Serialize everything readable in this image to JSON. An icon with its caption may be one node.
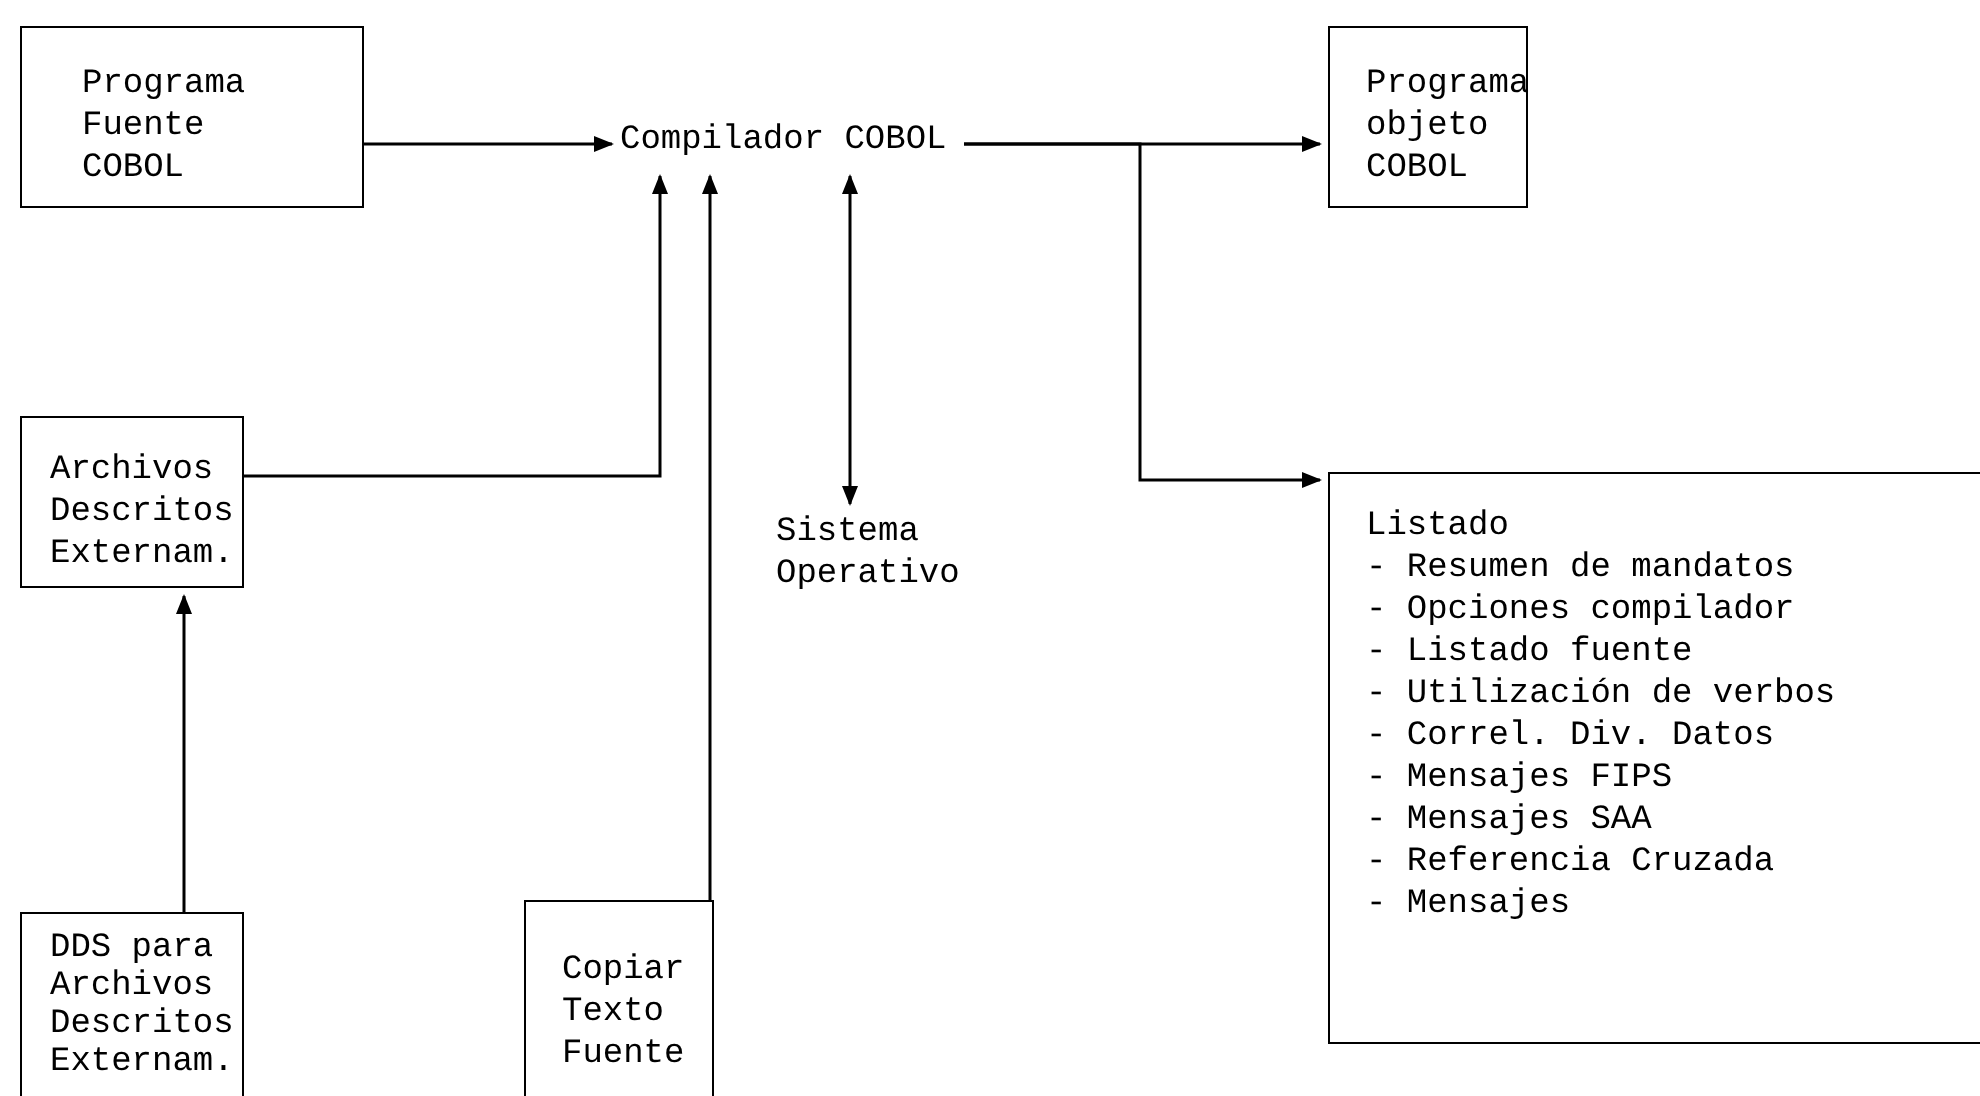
{
  "diagram": {
    "nodes": [
      {
        "text": [
          "Programa Fuente COBOL"
        ]
      },
      {
        "text": [
          "Compilador COBOL"
        ]
      },
      {
        "text": [
          "Programa objeto COBOL"
        ]
      },
      {
        "text": [
          "Sistema Operativo"
        ]
      },
      {
        "text": [
          "Archivos Descritos Externam."
        ]
      },
      {
        "text": [
          "Listado",
          "- Resumen de mandatos",
          "- Opciones compilador",
          "- Listado fuente",
          "- Utilización de verbos",
          "- Correl. Div. Datos",
          "- Mensajes FIPS",
          "- Mensajes SAA",
          "- Referencia Cruzada",
          "- Mensajes"
        ]
      },
      {
        "text": [
          "DDS para Archivos Descritos Externam."
        ]
      },
      {
        "text": [
          "Copiar Texto Fuente"
        ]
      }
    ],
    "edges": [
      {
        "from": 0,
        "to": 1,
        "arrow": "to"
      },
      {
        "from": 4,
        "to": 1,
        "arrow": "to"
      },
      {
        "from": 7,
        "to": 1,
        "arrow": "to"
      },
      {
        "from": 1,
        "to": 3,
        "arrow": "both"
      },
      {
        "from": 1,
        "to": 2,
        "arrow": "to"
      },
      {
        "from": 1,
        "to": 5,
        "arrow": "to"
      },
      {
        "from": 6,
        "to": 4,
        "arrow": "to"
      }
    ]
  }
}
